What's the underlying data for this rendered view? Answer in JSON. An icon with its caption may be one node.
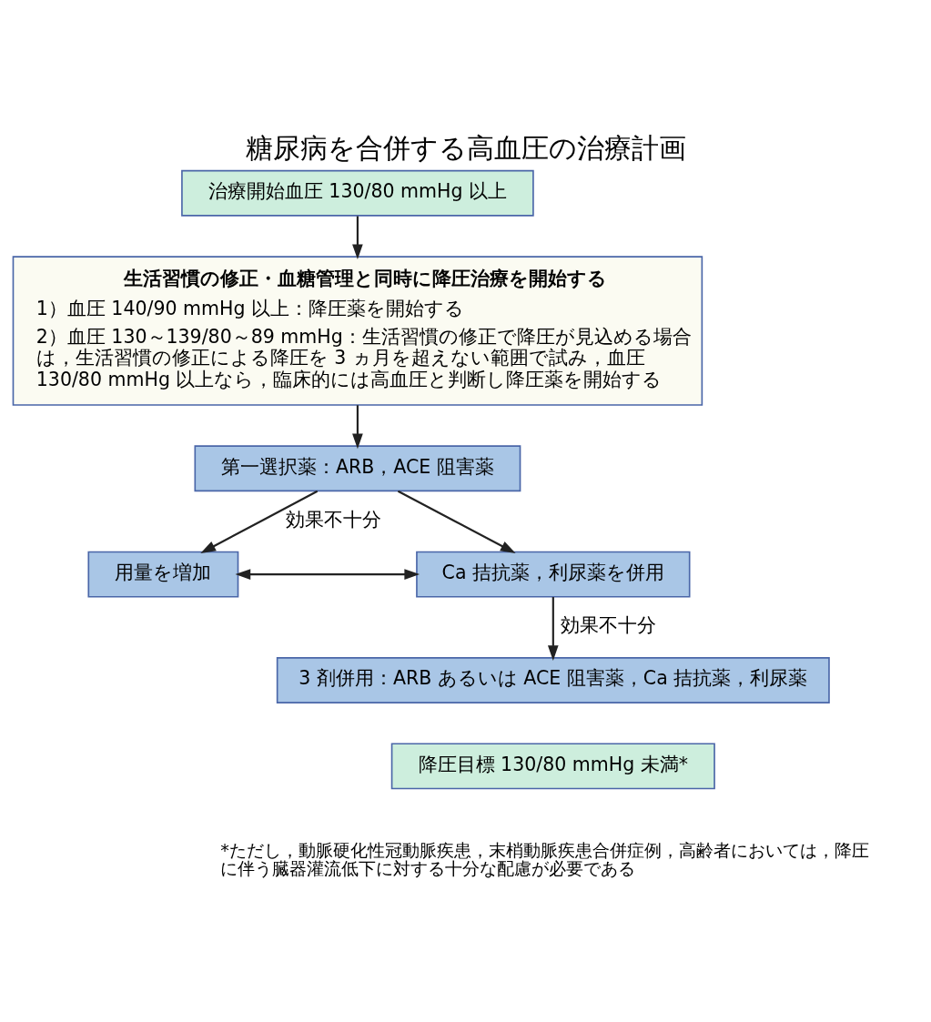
{
  "diagram": {
    "title": "糖尿病を合併する高血圧の治療計画",
    "nodes": [
      {
        "text": [
          "治療開始血圧 130/80 mmHg 以上"
        ]
      },
      {
        "text": [
          "生活習慣の修正・血糖管理と同時に降圧治療を開始する",
          "1）血圧 140/90 mmHg 以上：降圧薬を開始する",
          "2）血圧 130～139/80～89 mmHg：生活習慣の修正で降圧が見込める場合は，生活習慣の修正による降圧を 3 ヵ月を超えない範囲で試み，血圧 130/80 mmHg 以上なら，臨床的には高血圧と判断し降圧薬を開始する"
        ]
      },
      {
        "text": [
          "第一選択薬：ARB，ACE 阻害薬"
        ]
      },
      {
        "text": [
          "用量を増加"
        ]
      },
      {
        "text": [
          "Ca 拮抗薬，利尿薬を併用"
        ]
      },
      {
        "text": [
          "3 剤併用：ARB あるいは ACE 阻害薬，Ca 拮抗薬，利尿薬"
        ]
      },
      {
        "text": [
          "降圧目標 130/80 mmHg 未満*"
        ]
      }
    ],
    "edges": [
      {
        "from": 0,
        "to": 1,
        "arrow": "to"
      },
      {
        "from": 1,
        "to": 2,
        "arrow": "to"
      },
      {
        "from": 2,
        "to": 3,
        "arrow": "to",
        "label": "効果不十分"
      },
      {
        "from": 2,
        "to": 4,
        "arrow": "to"
      },
      {
        "from": 3,
        "to": 4,
        "arrow": "both"
      },
      {
        "from": 4,
        "to": 5,
        "arrow": "to",
        "label": "効果不十分"
      }
    ],
    "labels": [
      "*ただし，動脈硬化性冠動脈疾患，末梢動脈疾患合併症例，高齢者においては，降圧に伴う臓器灌流低下に対する十分な配慮が必要である"
    ]
  }
}
